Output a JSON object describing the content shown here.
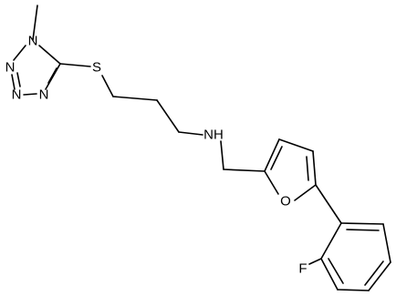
{
  "molecule": {
    "atoms": {
      "n_ring_1": "N",
      "n_ring_2": "N",
      "n_ring_3": "N",
      "n_ring_4": "N",
      "sulfur": "S",
      "amine": "NH",
      "furan_oxygen": "O",
      "fluorine": "F"
    }
  },
  "colors": {
    "bond": "#000000",
    "background": "#ffffff",
    "label": "#000000"
  }
}
